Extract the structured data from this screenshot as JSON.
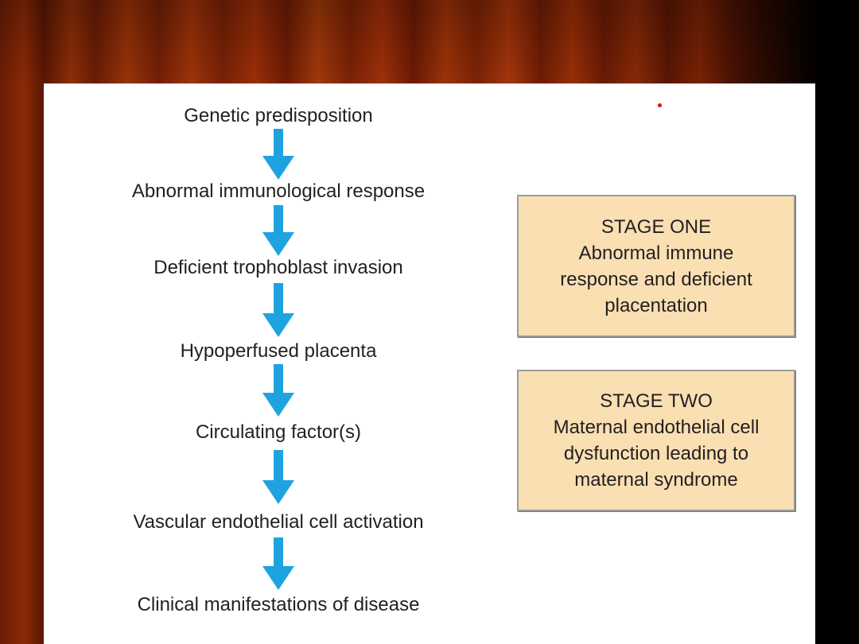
{
  "flow_steps": [
    "Genetic predisposition",
    "Abnormal immunological response",
    "Deficient trophoblast invasion",
    "Hypoperfused placenta",
    "Circulating factor(s)",
    "Vascular endothelial cell activation",
    "Clinical manifestations of disease"
  ],
  "stages": [
    {
      "title": "STAGE ONE",
      "lines": [
        "Abnormal immune",
        "response and deficient",
        "placentation"
      ]
    },
    {
      "title": "STAGE TWO",
      "lines": [
        "Maternal endothelial cell",
        "dysfunction leading to",
        "maternal syndrome"
      ]
    }
  ],
  "colors": {
    "arrow": "#1fa3e0",
    "stage_box": "#f9dfb2",
    "text": "#231f20",
    "curtain": "#8a2a06",
    "marker_dot": "#e01010"
  },
  "icons": [
    "down-arrow-icon",
    "red-dot"
  ]
}
